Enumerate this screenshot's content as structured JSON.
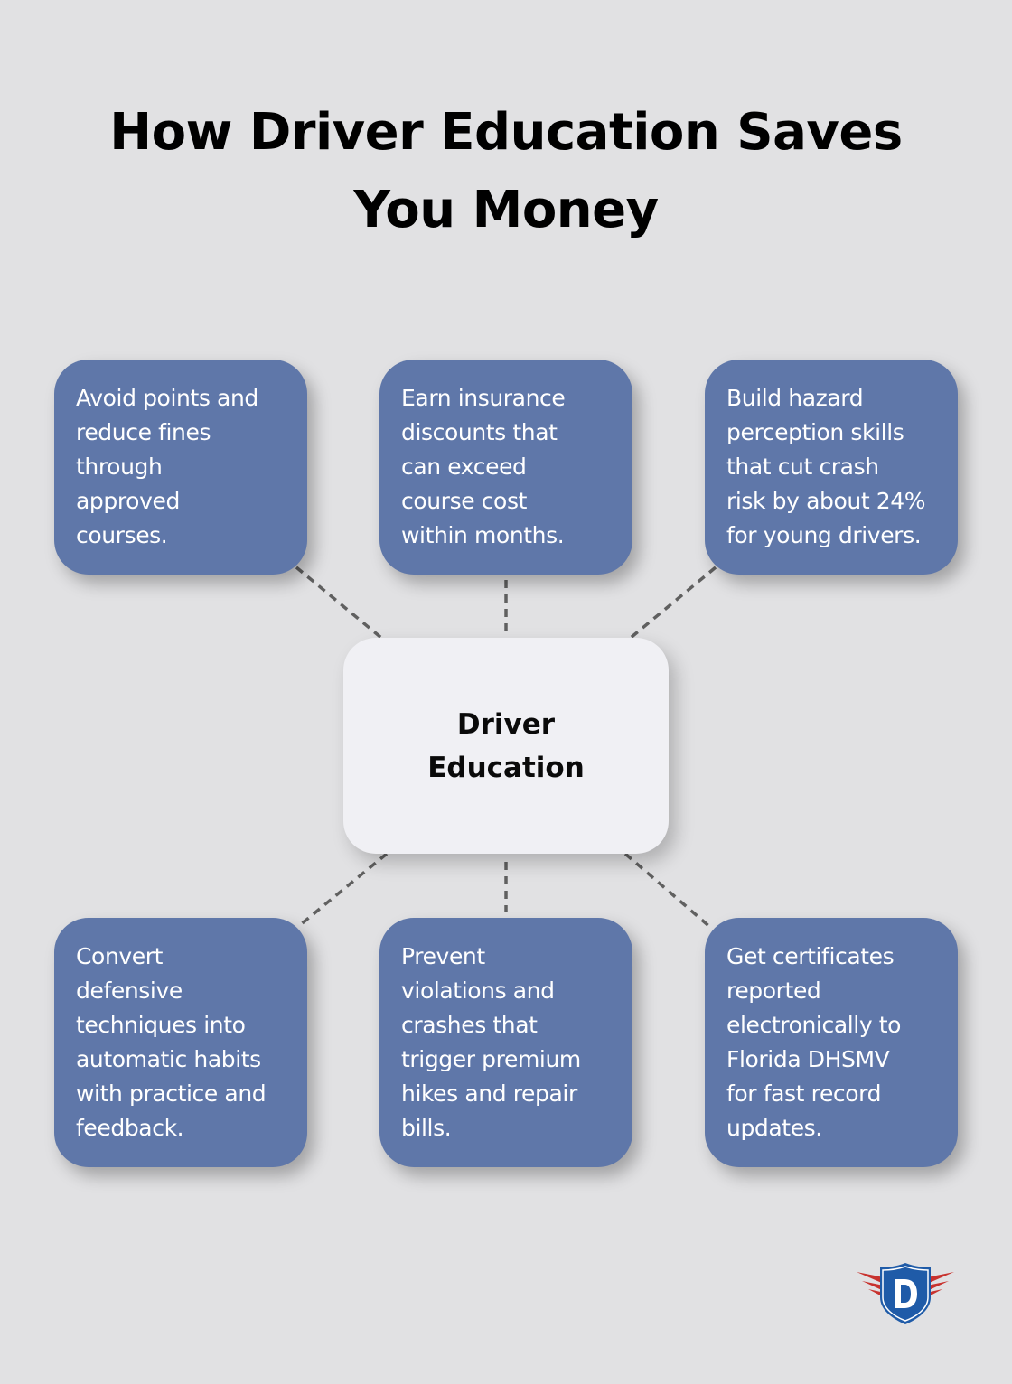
{
  "title": {
    "lines": [
      "How Driver Education Saves",
      "You Money"
    ]
  },
  "center": {
    "lines": [
      "Driver",
      "Education"
    ],
    "background": "#f0f0f4"
  },
  "colors": {
    "background": "#e1e1e3",
    "node_fill": "#5f77a9",
    "node_text": "#ffffff",
    "connector": "#606060",
    "logo_shield": "#1f5ba8",
    "logo_wings": "#c8322e"
  },
  "nodes": {
    "top": [
      {
        "id": "avoid-points",
        "lines": [
          "Avoid points and",
          "reduce fines",
          "through",
          "approved",
          "courses."
        ]
      },
      {
        "id": "insurance-discounts",
        "lines": [
          "Earn insurance",
          "discounts that",
          "can exceed",
          "course cost",
          "within months."
        ]
      },
      {
        "id": "hazard-perception",
        "lines": [
          "Build hazard",
          "perception skills",
          "that cut crash",
          "risk by about 24%",
          "for young drivers."
        ]
      }
    ],
    "bottom": [
      {
        "id": "automatic-habits",
        "lines": [
          "Convert",
          "defensive",
          "techniques into",
          "automatic habits",
          "with practice and",
          "feedback."
        ]
      },
      {
        "id": "prevent-violations",
        "lines": [
          "Prevent",
          "violations and",
          "crashes that",
          "trigger premium",
          "hikes and repair",
          "bills."
        ]
      },
      {
        "id": "certificates-reported",
        "lines": [
          "Get certificates",
          "reported",
          "electronically to",
          "Florida DHSMV",
          "for fast record",
          "updates."
        ]
      }
    ]
  },
  "logo": {
    "icon": "winged-shield-d-logo",
    "letter": "D"
  }
}
